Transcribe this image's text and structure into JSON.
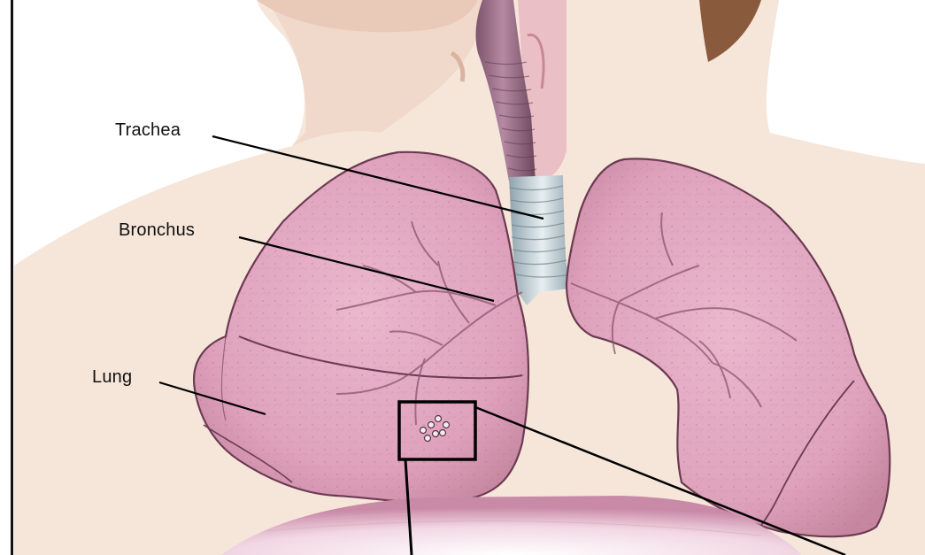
{
  "labels": {
    "trachea": "Trachea",
    "bronchus": "Bronchus",
    "lung": "Lung"
  },
  "colors": {
    "lung_fill": "#e3a8c3",
    "lung_outline": "#6b3a52",
    "trachea_upper": "#9a6b86",
    "trachea_lower": "#b9c8cf",
    "skin": "#f3e1d3",
    "diaphragm": "#f4dde8",
    "hair": "#8a5a3c",
    "leader_line": "#000000"
  }
}
